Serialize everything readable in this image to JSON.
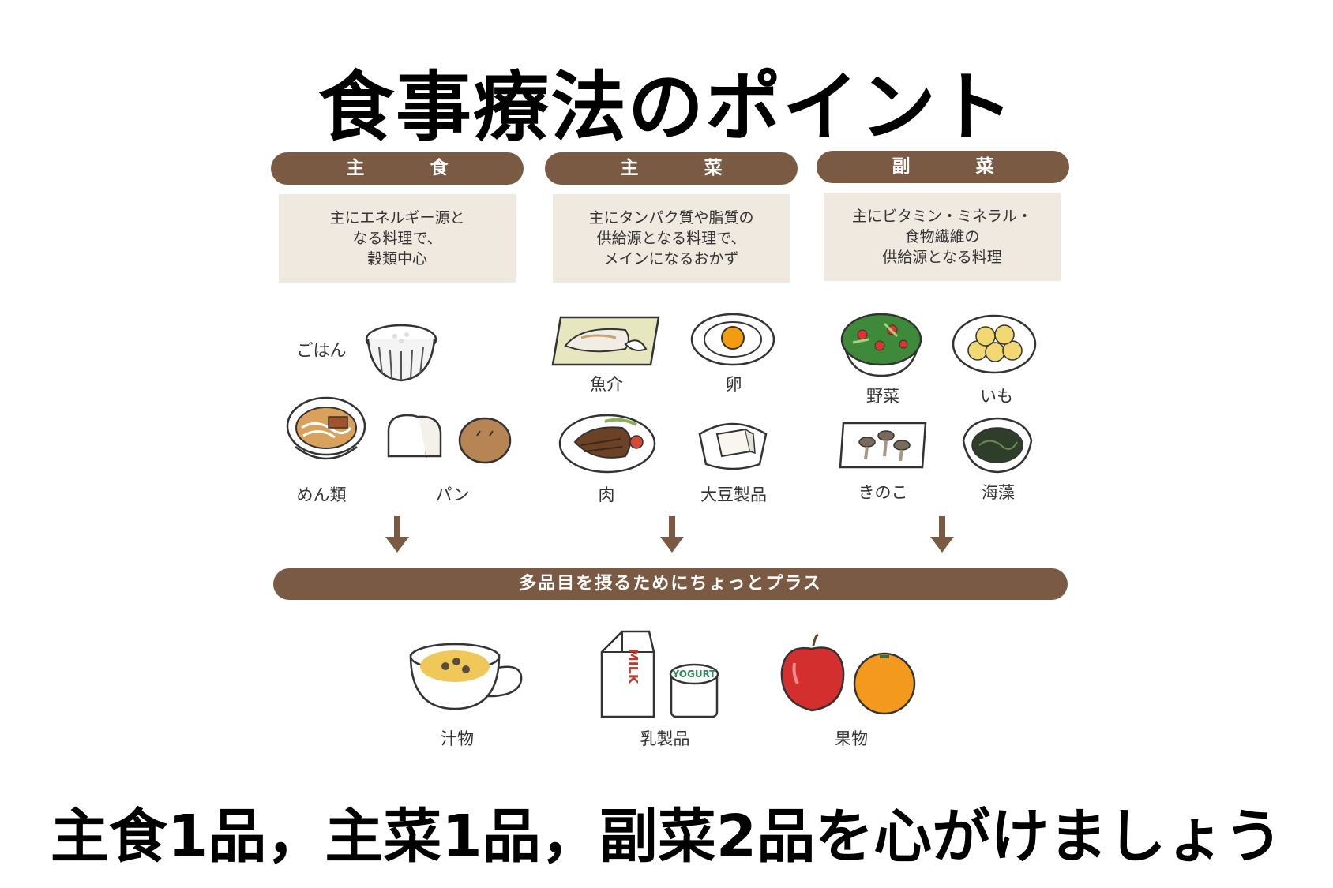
{
  "title": "食事療法のポイント",
  "footer": "主食1品，主菜1品，副菜2品を心がけましょう",
  "categories": [
    {
      "name": "主食",
      "name_spaced": "主　食",
      "description": [
        "主にエネルギー源と",
        "なる料理で、",
        "穀類中心"
      ],
      "items": [
        "ごはん",
        "めん類",
        "パン"
      ]
    },
    {
      "name": "主菜",
      "name_spaced": "主　菜",
      "description": [
        "主にタンパク質や脂質の",
        "供給源となる料理で、",
        "メインになるおかず"
      ],
      "items": [
        "魚介",
        "卵",
        "肉",
        "大豆製品"
      ]
    },
    {
      "name": "副菜",
      "name_spaced": "副　菜",
      "description": [
        "主にビタミン・ミネラル・",
        "食物繊維の",
        "供給源となる料理"
      ],
      "items": [
        "野菜",
        "いも",
        "きのこ",
        "海藻"
      ]
    }
  ],
  "plus_bar": "多品目を摂るためにちょっとプラス",
  "extras": [
    "汁物",
    "乳製品",
    "果物"
  ],
  "packaging_text": {
    "milk": "MILK",
    "yogurt": "YOGURT"
  },
  "colors": {
    "accent": "#7b5a44",
    "box": "#efe9e0"
  }
}
